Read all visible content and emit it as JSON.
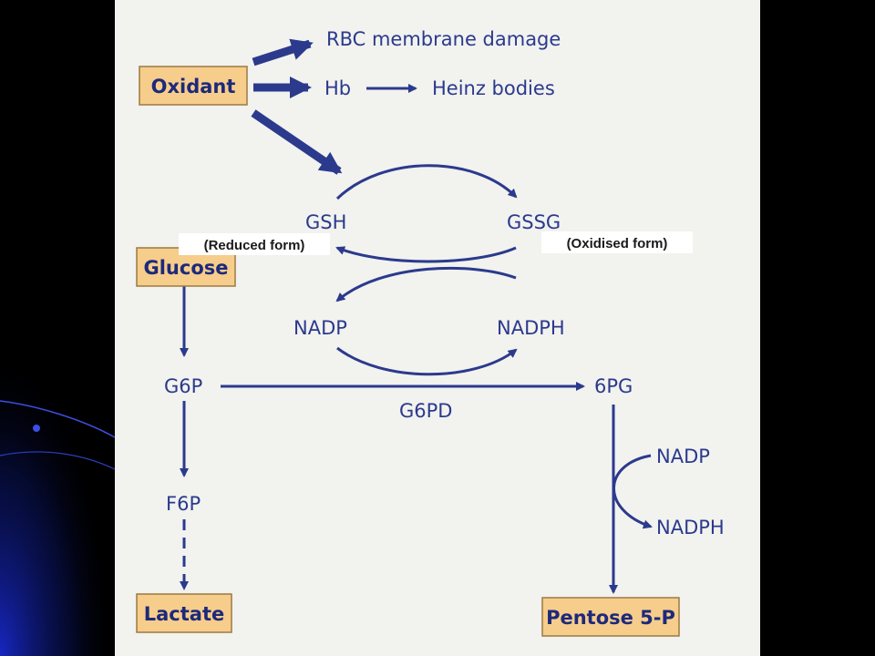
{
  "colors": {
    "page_bg": "#f2f2ef",
    "arrow": "#2b3a8c",
    "box_fill": "#f7cd8c",
    "text": "#2b3a8c",
    "note_bg": "#ffffff",
    "slide_bg": "#000000",
    "slide_accent": "#1a2bd6"
  },
  "boxes": {
    "oxidant": "Oxidant",
    "glucose": "Glucose",
    "lactate": "Lactate",
    "pentose": "Pentose 5-P"
  },
  "labels": {
    "rbc_damage": "RBC membrane damage",
    "hb": "Hb",
    "heinz": "Heinz bodies",
    "gsh": "GSH",
    "gssg": "GSSG",
    "nadp_left": "NADP",
    "nadph_right": "NADPH",
    "g6p": "G6P",
    "g6pd": "G6PD",
    "six_pg": "6PG",
    "f6p": "F6P",
    "nadp_right": "NADP",
    "nadph_bottom": "NADPH"
  },
  "annotations": {
    "reduced": "(Reduced form)",
    "oxidised": "(Oxidised form)"
  }
}
